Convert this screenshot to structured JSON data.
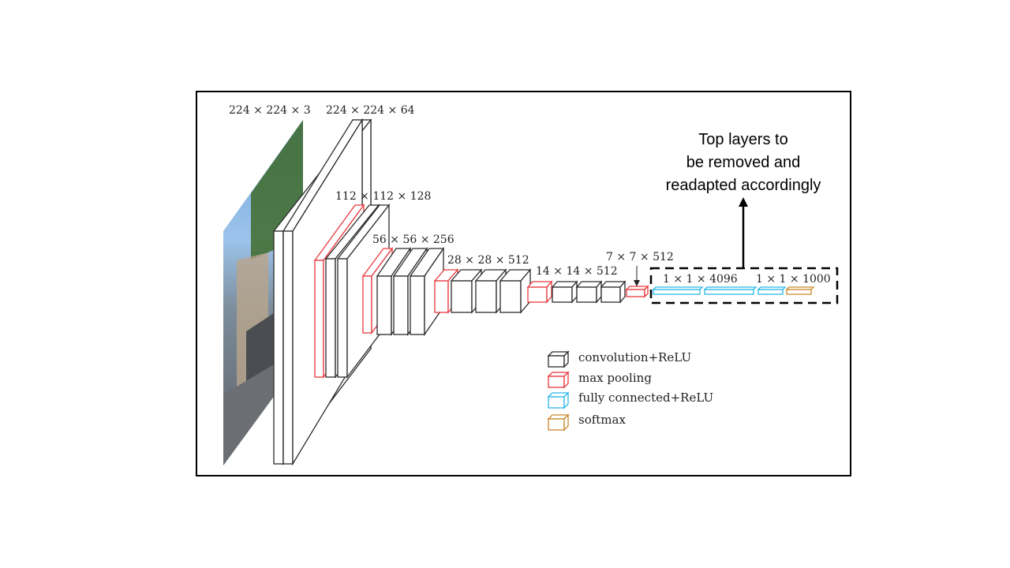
{
  "layers": {
    "input": "224 × 224 × 3",
    "conv1": "224 × 224 × 64",
    "conv2": "112 × 112 × 128",
    "conv3": "56 × 56 × 256",
    "conv4": "28 × 28 × 512",
    "conv5": "14 × 14 × 512",
    "pool5": "7 × 7 × 512",
    "fc": "1 × 1 × 4096",
    "softmax": "1 × 1 × 1000"
  },
  "legend": {
    "conv": "convolution+ReLU",
    "pool": "max  pooling",
    "fc": "fully  connected+ReLU",
    "softmax": "softmax"
  },
  "annotation": {
    "line1": "Top layers to",
    "line2": "be removed and",
    "line3": "readapted accordingly"
  },
  "colors": {
    "conv": "#2b2b2b",
    "pool": "#e8383d",
    "fc": "#29b6e6",
    "softmax": "#c98a2b",
    "frame": "#000000"
  }
}
